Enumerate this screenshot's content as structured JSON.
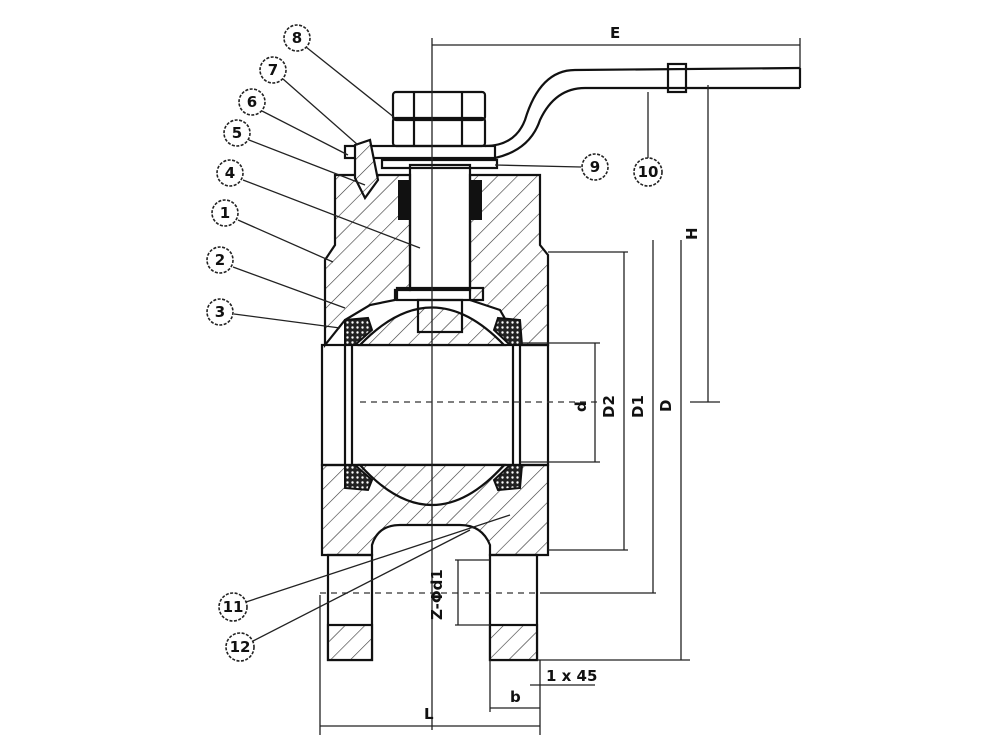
{
  "title": "Wafer-type flanged ball valve sectional drawing",
  "callouts": [
    "8",
    "7",
    "6",
    "5",
    "4",
    "1",
    "2",
    "3",
    "9",
    "10",
    "11",
    "12"
  ],
  "dimensions": {
    "E": "E",
    "H": "H",
    "d": "d",
    "D2": "D2",
    "D1": "D1",
    "D": "D",
    "bolt_holes": "Z-Φd1",
    "chamfer": "1 x 45",
    "b": "b",
    "L": "L"
  }
}
